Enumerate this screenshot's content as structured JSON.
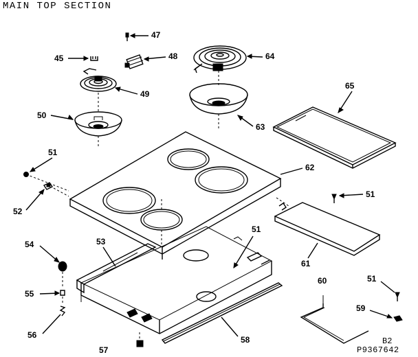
{
  "header": {
    "title": "MAIN TOP SECTION"
  },
  "footer": {
    "code_line1": "B2",
    "code_line2": "P9367642"
  },
  "callouts": [
    "47",
    "45",
    "48",
    "64",
    "49",
    "65",
    "50",
    "63",
    "51",
    "62",
    "52",
    "51",
    "54",
    "53",
    "51",
    "61",
    "55",
    "60",
    "51",
    "59",
    "56",
    "57",
    "58"
  ]
}
